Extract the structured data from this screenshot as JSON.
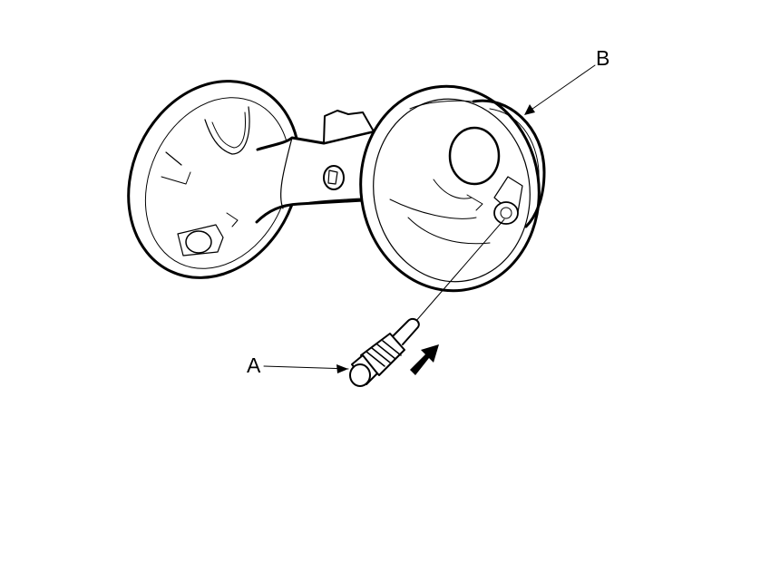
{
  "diagram": {
    "callouts": [
      {
        "id": "A",
        "label": "A",
        "part": "pin"
      },
      {
        "id": "B",
        "label": "B",
        "part": "fuel-fill-door"
      }
    ],
    "colors": {
      "line": "#000000",
      "background": "#ffffff"
    }
  }
}
